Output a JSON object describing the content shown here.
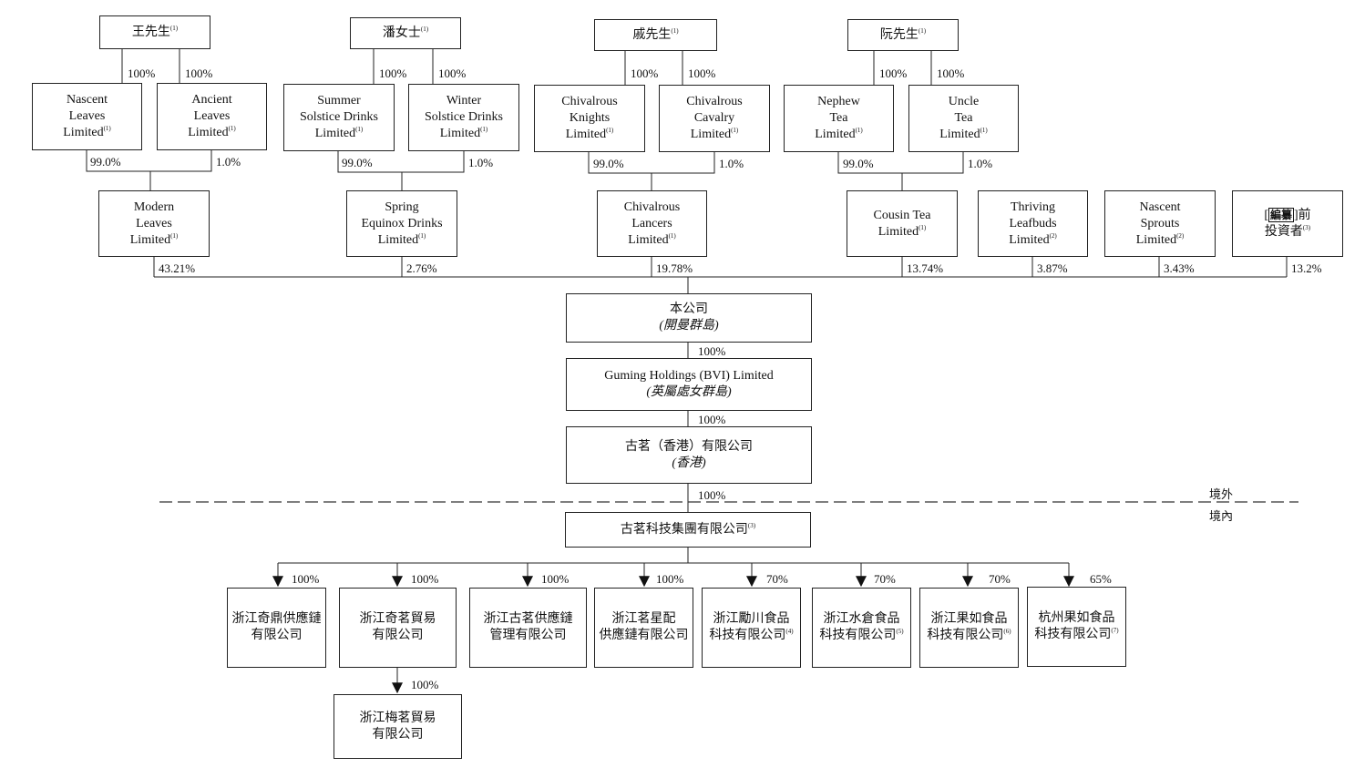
{
  "persons": {
    "wang": {
      "name": "王先生",
      "note": "(1)"
    },
    "pan": {
      "name": "潘女士",
      "note": "(1)"
    },
    "qi": {
      "name": "戚先生",
      "note": "(1)"
    },
    "ruan": {
      "name": "阮先生",
      "note": "(1)"
    }
  },
  "holdcos": {
    "nascent_leaves": {
      "lines": [
        "Nascent",
        "Leaves",
        "Limited"
      ],
      "note": "(1)"
    },
    "ancient_leaves": {
      "lines": [
        "Ancient",
        "Leaves",
        "Limited"
      ],
      "note": "(1)"
    },
    "summer": {
      "lines": [
        "Summer",
        "Solstice Drinks",
        "Limited"
      ],
      "note": "(1)"
    },
    "winter": {
      "lines": [
        "Winter",
        "Solstice Drinks",
        "Limited"
      ],
      "note": "(1)"
    },
    "knights": {
      "lines": [
        "Chivalrous",
        "Knights",
        "Limited"
      ],
      "note": "(1)"
    },
    "cavalry": {
      "lines": [
        "Chivalrous",
        "Cavalry",
        "Limited"
      ],
      "note": "(1)"
    },
    "nephew": {
      "lines": [
        "Nephew",
        "Tea",
        "Limited"
      ],
      "note": "(1)"
    },
    "uncle": {
      "lines": [
        "Uncle",
        "Tea",
        "Limited"
      ],
      "note": "(1)"
    }
  },
  "shareholders": {
    "modern_leaves": {
      "lines": [
        "Modern",
        "Leaves",
        "Limited"
      ],
      "note": "(1)",
      "pct": "43.21%"
    },
    "spring": {
      "lines": [
        "Spring",
        "Equinox Drinks",
        "Limited"
      ],
      "note": "(1)",
      "pct": "2.76%"
    },
    "lancers": {
      "lines": [
        "Chivalrous",
        "Lancers",
        "Limited"
      ],
      "note": "(1)",
      "pct": "19.78%"
    },
    "cousin": {
      "lines": [
        "Cousin Tea",
        "Limited"
      ],
      "note": "(1)",
      "pct": "13.74%"
    },
    "thriving": {
      "lines": [
        "Thriving",
        "Leafbuds",
        "Limited"
      ],
      "note": "(2)",
      "pct": "3.87%"
    },
    "sprouts": {
      "lines": [
        "Nascent",
        "Sprouts",
        "Limited"
      ],
      "note": "(2)",
      "pct": "3.43%"
    },
    "preipo": {
      "redact": "編纂",
      "line1_suffix": "前",
      "line2": "投資者",
      "note": "(3)",
      "pct": "13.2%"
    }
  },
  "pcts": {
    "hundred": "100%",
    "p99": "99.0%",
    "p1": "1.0%",
    "p70": "70%",
    "p65": "65%"
  },
  "company": {
    "name": "本公司",
    "place": "(開曼群島)"
  },
  "bvi": {
    "name": "Guming Holdings (BVI) Limited",
    "place": "(英屬處女群島)"
  },
  "hk": {
    "name": "古茗（香港）有限公司",
    "place": "(香港)"
  },
  "zones": {
    "offshore": "境外",
    "onshore": "境內"
  },
  "tech_group": {
    "name": "古茗科技集團有限公司",
    "note": "(3)"
  },
  "subsidiaries": [
    {
      "lines": [
        "浙江奇鼎供應鏈",
        "有限公司"
      ],
      "note": "",
      "pct": "100%"
    },
    {
      "lines": [
        "浙江奇茗貿易",
        "有限公司"
      ],
      "note": "",
      "pct": "100%"
    },
    {
      "lines": [
        "浙江古茗供應鏈",
        "管理有限公司"
      ],
      "note": "",
      "pct": "100%"
    },
    {
      "lines": [
        "浙江茗星配",
        "供應鏈有限公司"
      ],
      "note": "",
      "pct": "100%"
    },
    {
      "lines": [
        "浙江勵川食品",
        "科技有限公司"
      ],
      "note": "(4)",
      "pct": "70%"
    },
    {
      "lines": [
        "浙江水倉食品",
        "科技有限公司"
      ],
      "note": "(5)",
      "pct": "70%"
    },
    {
      "lines": [
        "浙江果如食品",
        "科技有限公司"
      ],
      "note": "(6)",
      "pct": "70%"
    },
    {
      "lines": [
        "杭州果如食品",
        "科技有限公司"
      ],
      "note": "(7)",
      "pct": "65%"
    }
  ],
  "grandchild": {
    "lines": [
      "浙江梅茗貿易",
      "有限公司"
    ],
    "pct": "100%"
  }
}
